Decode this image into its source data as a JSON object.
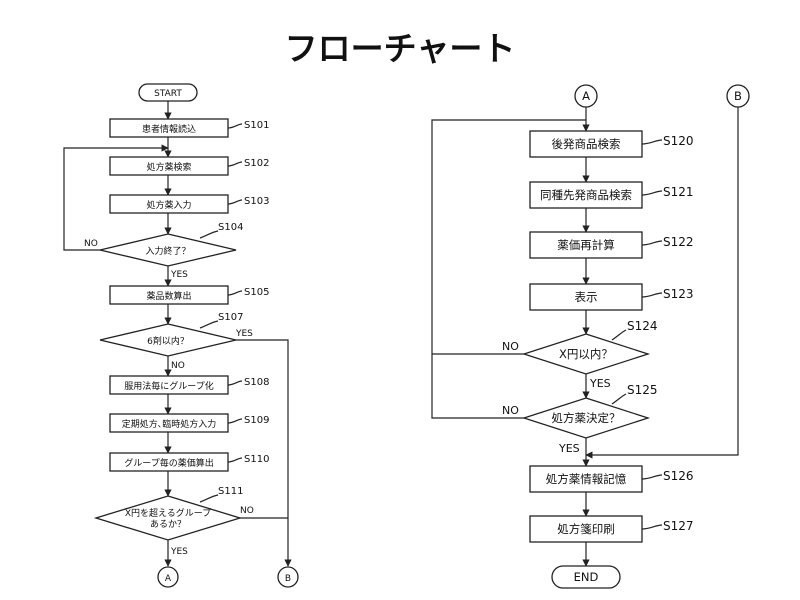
{
  "title": "フローチャート",
  "terminals": {
    "start": "START",
    "end": "END"
  },
  "connectors": {
    "a": "A",
    "b": "B"
  },
  "branch": {
    "yes": "YES",
    "no": "NO"
  },
  "left_flow": [
    {
      "step": "S101",
      "label": "患者情報読込"
    },
    {
      "step": "S102",
      "label": "処方薬検索"
    },
    {
      "step": "S103",
      "label": "処方薬入力"
    },
    {
      "step": "S104",
      "label": "入力終了？"
    },
    {
      "step": "S105",
      "label": "薬品数算出"
    },
    {
      "step": "S107",
      "label": "6剤以内？"
    },
    {
      "step": "S108",
      "label": "服用法毎にグループ化"
    },
    {
      "step": "S109",
      "label": "定期処方､臨時処方入力"
    },
    {
      "step": "S110",
      "label": "グループ毎の薬価算出"
    },
    {
      "step": "S111",
      "label_line1": "X円を超えるグループ",
      "label_line2": "あるか？"
    }
  ],
  "right_flow": [
    {
      "step": "S120",
      "label": "後発商品検索"
    },
    {
      "step": "S121",
      "label": "同種先発商品検索"
    },
    {
      "step": "S122",
      "label": "薬価再計算"
    },
    {
      "step": "S123",
      "label": "表示"
    },
    {
      "step": "S124",
      "label": "X円以内？"
    },
    {
      "step": "S125",
      "label": "処方薬決定？"
    },
    {
      "step": "S126",
      "label": "処方薬情報記憶"
    },
    {
      "step": "S127",
      "label": "処方箋印刷"
    }
  ]
}
